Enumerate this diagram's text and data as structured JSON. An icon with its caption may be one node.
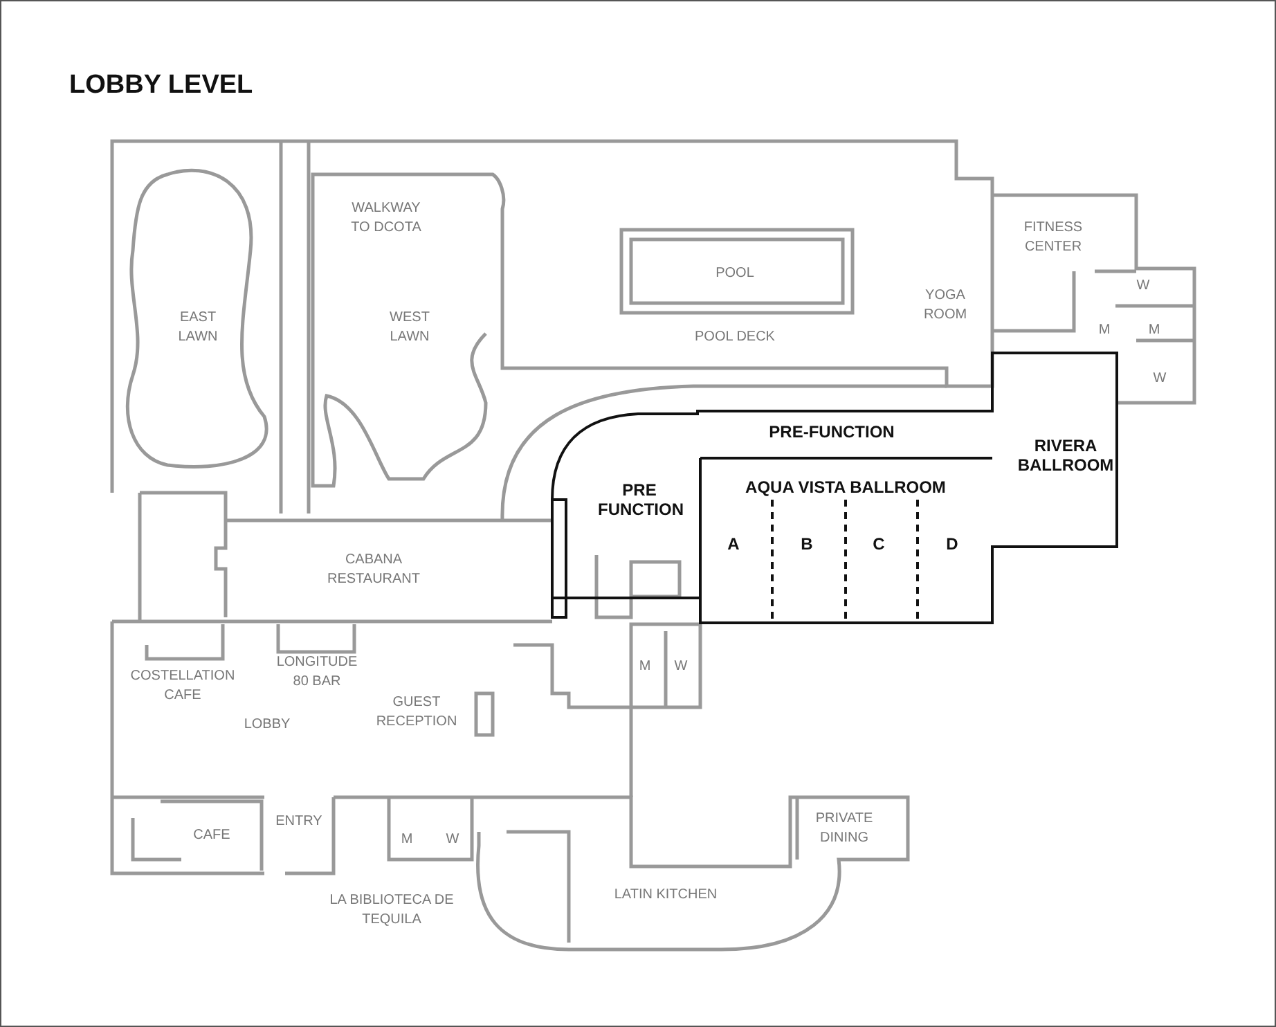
{
  "diagram": {
    "title": "LOBBY LEVEL",
    "labels": [
      "WALKWAY TO DCOTA",
      "FITNESS CENTER",
      "POOL",
      "YOGA ROOM",
      "W",
      "EAST LAWN",
      "WEST LAWN",
      "POOL DECK",
      "M",
      "M",
      "W",
      "PRE-FUNCTION",
      "RIVERA BALLROOM",
      "AQUA VISTA BALLROOM",
      "PRE FUNCTION",
      "A",
      "B",
      "C",
      "D",
      "CABANA RESTAURANT",
      "M",
      "W",
      "COSTELLATION CAFE",
      "LONGITUDE 80 BAR",
      "GUEST RECEPTION",
      "LOBBY",
      "CAFE",
      "ENTRY",
      "M",
      "W",
      "PRIVATE DINING",
      "LATIN KITCHEN",
      "LA BIBLIOTECA DE TEQUILA"
    ]
  }
}
